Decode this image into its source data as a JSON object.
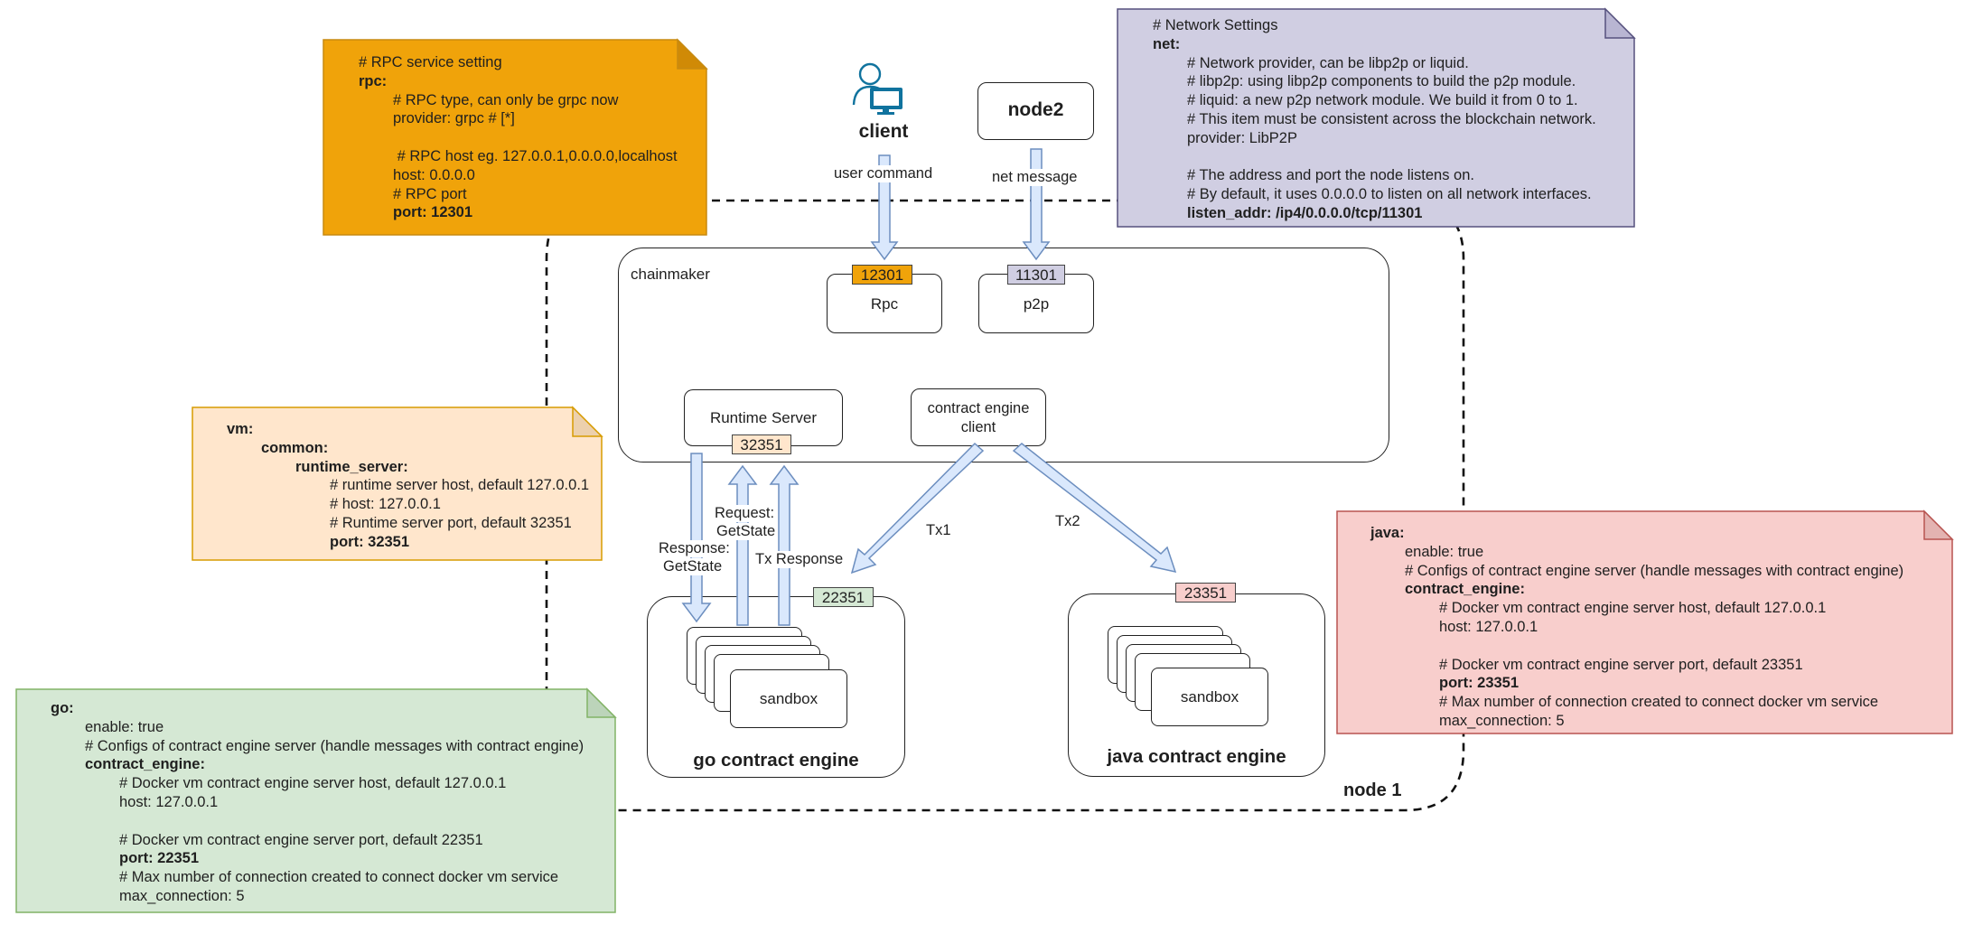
{
  "diagram": {
    "node_label": "node 1",
    "chainmaker_label": "chainmaker",
    "client_label": "client",
    "node2_label": "node2",
    "edges": {
      "user_command": "user command",
      "net_message": "net message",
      "response_getstate_1": "Response:",
      "response_getstate_2": "GetState",
      "request_getstate_1": "Request:",
      "request_getstate_2": "GetState",
      "tx_response": "Tx Response",
      "tx1": "Tx1",
      "tx2": "Tx2"
    },
    "components": {
      "rpc": "Rpc",
      "p2p": "p2p",
      "runtime_server": "Runtime Server",
      "contract_engine_client_1": "contract engine",
      "contract_engine_client_2": "client",
      "go_engine": "go contract engine",
      "java_engine": "java contract engine",
      "sandbox": "sandbox"
    },
    "ports": {
      "rpc": "12301",
      "p2p": "11301",
      "runtime": "32351",
      "go": "22351",
      "java": "23351"
    },
    "colors": {
      "rpc_note": "#f0a30a",
      "net_note": "#d0cee2",
      "vm_note": "#ffe6cc",
      "go_note": "#d5e8d4",
      "java_note": "#f8cecc",
      "arrow_fill": "#dae8fc",
      "arrow_stroke": "#6c8ebf"
    }
  },
  "notes": {
    "rpc": [
      {
        "text": "# RPC service setting",
        "indent": 0,
        "bold": false
      },
      {
        "text": "rpc:",
        "indent": 0,
        "bold": true
      },
      {
        "text": "# RPC type, can only be grpc now",
        "indent": 1,
        "bold": false
      },
      {
        "text": "provider: grpc # [*]",
        "indent": 1,
        "bold": false
      },
      {
        "text": "",
        "indent": 0,
        "bold": false
      },
      {
        "text": " # RPC host eg. 127.0.0.1,0.0.0.0,localhost",
        "indent": 1,
        "bold": false
      },
      {
        "text": "host: 0.0.0.0",
        "indent": 1,
        "bold": false
      },
      {
        "text": "# RPC port",
        "indent": 1,
        "bold": false
      },
      {
        "text": "port: 12301",
        "indent": 1,
        "bold": true
      }
    ],
    "net": [
      {
        "text": "# Network Settings",
        "indent": 0,
        "bold": false
      },
      {
        "text": "net:",
        "indent": 0,
        "bold": true
      },
      {
        "text": "# Network provider, can be libp2p or liquid.",
        "indent": 1,
        "bold": false
      },
      {
        "text": "# libp2p: using libp2p components to build the p2p module.",
        "indent": 1,
        "bold": false
      },
      {
        "text": "# liquid: a new p2p network module. We build it from 0 to 1.",
        "indent": 1,
        "bold": false
      },
      {
        "text": "# This item must be consistent across the blockchain network.",
        "indent": 1,
        "bold": false
      },
      {
        "text": "provider: LibP2P",
        "indent": 1,
        "bold": false
      },
      {
        "text": "",
        "indent": 0,
        "bold": false
      },
      {
        "text": "# The address and port the node listens on.",
        "indent": 1,
        "bold": false
      },
      {
        "text": "# By default, it uses 0.0.0.0 to listen on all network interfaces.",
        "indent": 1,
        "bold": false
      },
      {
        "text": "listen_addr: /ip4/0.0.0.0/tcp/11301",
        "indent": 1,
        "bold": true
      }
    ],
    "vm": [
      {
        "text": "vm:",
        "indent": 0,
        "bold": true
      },
      {
        "text": "common:",
        "indent": 1,
        "bold": true
      },
      {
        "text": "runtime_server:",
        "indent": 2,
        "bold": true
      },
      {
        "text": "# runtime server host, default 127.0.0.1",
        "indent": 3,
        "bold": false
      },
      {
        "text": "# host: 127.0.0.1",
        "indent": 3,
        "bold": false
      },
      {
        "text": "# Runtime server port, default 32351",
        "indent": 3,
        "bold": false
      },
      {
        "text": "port: 32351",
        "indent": 3,
        "bold": true
      }
    ],
    "go": [
      {
        "text": "go:",
        "indent": 0,
        "bold": true
      },
      {
        "text": "enable: true",
        "indent": 1,
        "bold": false
      },
      {
        "text": "# Configs of contract engine server (handle messages with contract engine)",
        "indent": 1,
        "bold": false
      },
      {
        "text": "contract_engine:",
        "indent": 1,
        "bold": true
      },
      {
        "text": "# Docker vm contract engine server host, default 127.0.0.1",
        "indent": 2,
        "bold": false
      },
      {
        "text": "host: 127.0.0.1",
        "indent": 2,
        "bold": false
      },
      {
        "text": "",
        "indent": 0,
        "bold": false
      },
      {
        "text": "# Docker vm contract engine server port, default 22351",
        "indent": 2,
        "bold": false
      },
      {
        "text": "port: 22351",
        "indent": 2,
        "bold": true
      },
      {
        "text": "# Max number of connection created to connect docker vm service",
        "indent": 2,
        "bold": false
      },
      {
        "text": "max_connection: 5",
        "indent": 2,
        "bold": false
      }
    ],
    "java": [
      {
        "text": "java:",
        "indent": 0,
        "bold": true
      },
      {
        "text": "enable: true",
        "indent": 1,
        "bold": false
      },
      {
        "text": "# Configs of contract engine server (handle messages with contract engine)",
        "indent": 1,
        "bold": false
      },
      {
        "text": "contract_engine:",
        "indent": 1,
        "bold": true
      },
      {
        "text": "# Docker vm contract engine server host, default 127.0.0.1",
        "indent": 2,
        "bold": false
      },
      {
        "text": "host: 127.0.0.1",
        "indent": 2,
        "bold": false
      },
      {
        "text": "",
        "indent": 0,
        "bold": false
      },
      {
        "text": "# Docker vm contract engine server port, default 23351",
        "indent": 2,
        "bold": false
      },
      {
        "text": "port: 23351",
        "indent": 2,
        "bold": true
      },
      {
        "text": "# Max number of connection created to connect docker vm service",
        "indent": 2,
        "bold": false
      },
      {
        "text": "max_connection: 5",
        "indent": 2,
        "bold": false
      }
    ]
  }
}
